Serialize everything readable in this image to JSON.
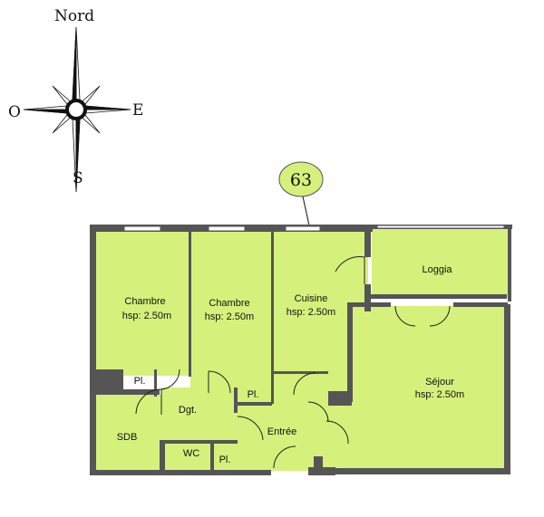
{
  "compass": {
    "north": "Nord",
    "west": "O",
    "east": "E",
    "south": "S"
  },
  "unit_number": "63",
  "rooms": {
    "chambre1": {
      "name": "Chambre",
      "height": "hsp: 2.50m"
    },
    "chambre2": {
      "name": "Chambre",
      "height": "hsp: 2.50m"
    },
    "cuisine": {
      "name": "Cuisine",
      "height": "hsp: 2.50m"
    },
    "loggia": {
      "name": "Loggia"
    },
    "sejour": {
      "name": "Séjour",
      "height": "hsp: 2.50m"
    },
    "sdb": "SDB",
    "wc": "WC",
    "dgt": "Dgt.",
    "entree": "Entrée",
    "placard1": "Pl.",
    "placard2": "Pl.",
    "placard3": "Pl."
  },
  "colors": {
    "floor": "#d6f07c",
    "wall": "#555555",
    "ink": "#111111"
  }
}
